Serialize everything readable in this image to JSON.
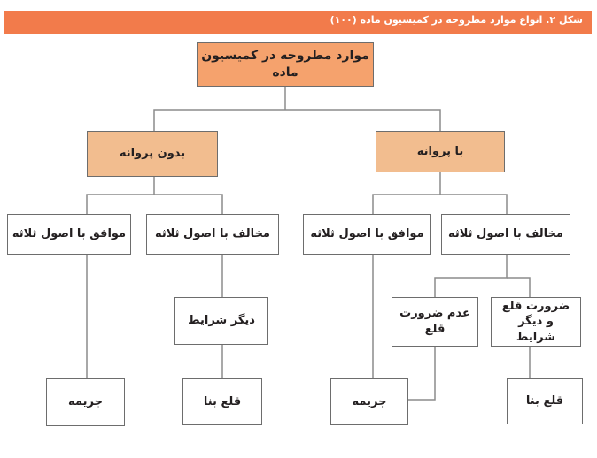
{
  "header": {
    "title": "شکل ۲. انواع موارد مطروحه در کمیسیون ماده (۱۰۰)"
  },
  "diagram": {
    "root": "موارد مطروحه در کمیسیون ماده",
    "with_permit": "با پروانه",
    "without_permit": "بدون پروانه",
    "with_permit_against": "مخالف با اصول ثلاثه",
    "with_permit_compliant": "موافق با اصول ثلاثه",
    "without_permit_against": "مخالف با اصول ثلاثه",
    "without_permit_compliant": "موافق با اصول ثلاثه",
    "demolition_and_other": "ضرورت قلع و دیگر شرایط",
    "no_demolition": "عدم ضرورت قلع",
    "other_conditions": "دیگر شرایط",
    "demolish_1": "قلع بنا",
    "demolish_2": "قلع بنا",
    "fine_1": "جریمه",
    "fine_2": "جریمه"
  },
  "colors": {
    "header": "#f27b4b",
    "root": "#f5a26d",
    "level1": "#f2bd8f",
    "border": "#6d6d6d"
  }
}
